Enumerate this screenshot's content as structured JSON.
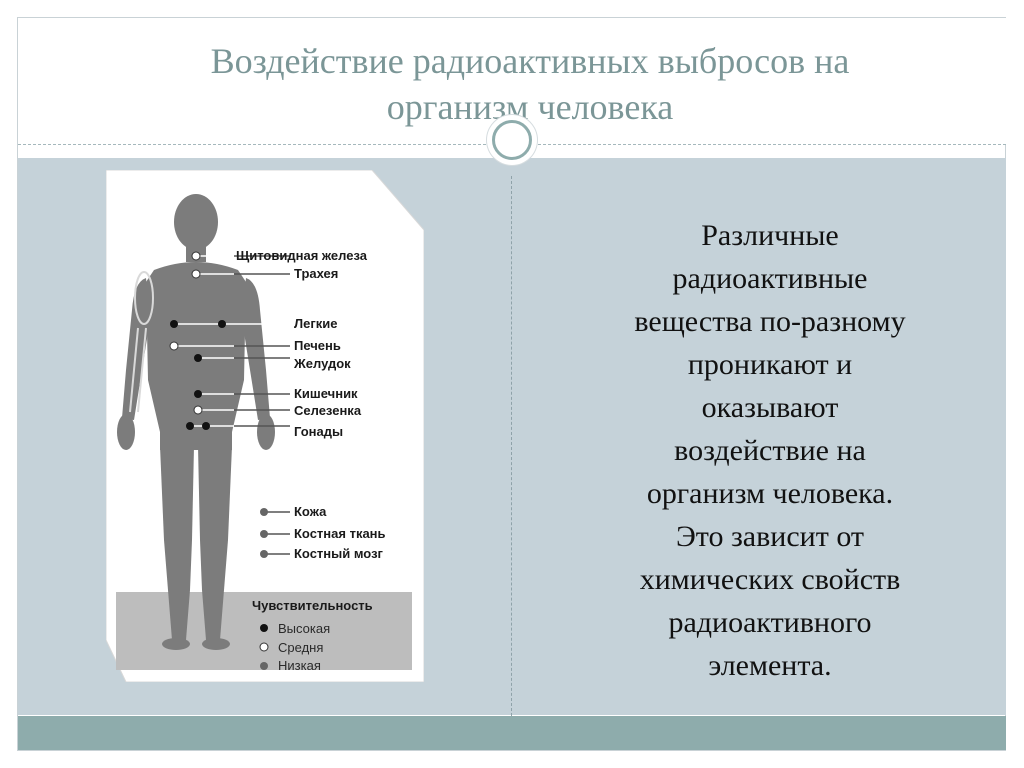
{
  "slide": {
    "title_lines": [
      "Воздействие радиоактивных выбросов на",
      "организм человека"
    ],
    "body_lines": [
      "Различные",
      "радиоактивные",
      "вещества по-разному",
      "проникают и",
      "оказывают",
      "воздействие на",
      "организм человека.",
      "Это зависит от",
      "химических свойств",
      "радиоактивного",
      "элемента."
    ]
  },
  "figure": {
    "organs": [
      {
        "label": "Щитовидная железа",
        "sensitivity": "medium"
      },
      {
        "label": "Трахея",
        "sensitivity": "medium"
      },
      {
        "label": "Легкие",
        "sensitivity": "high"
      },
      {
        "label": "Печень",
        "sensitivity": "medium"
      },
      {
        "label": "Желудок",
        "sensitivity": "high"
      },
      {
        "label": "Кишечник",
        "sensitivity": "high"
      },
      {
        "label": "Селезенка",
        "sensitivity": "medium"
      },
      {
        "label": "Гонады",
        "sensitivity": "high"
      }
    ],
    "tissues": [
      {
        "label": "Кожа",
        "sensitivity": "low"
      },
      {
        "label": "Костная ткань",
        "sensitivity": "low"
      },
      {
        "label": "Костный мозг",
        "sensitivity": "low"
      }
    ],
    "legend": {
      "title": "Чувствительность",
      "items": [
        {
          "label": "Высокая",
          "level": "high"
        },
        {
          "label": "Средня",
          "level": "medium"
        },
        {
          "label": "Низкая",
          "level": "low"
        }
      ]
    }
  },
  "colors": {
    "title": "#7b9697",
    "content_bg": "#c5d2d9",
    "footer": "#8eacac",
    "silhouette": "#7c7c7c"
  }
}
